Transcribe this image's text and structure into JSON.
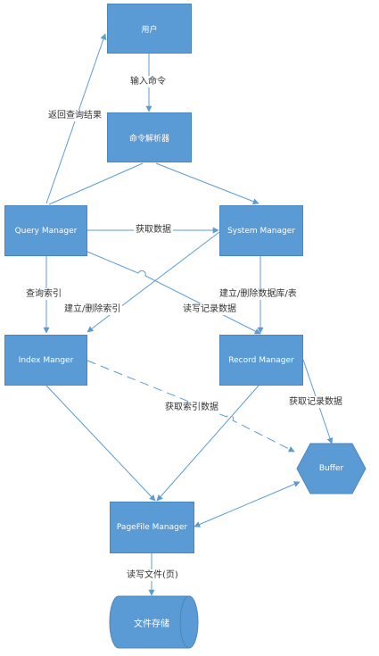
{
  "colors": {
    "node_fill": "#5b9bd5",
    "node_stroke": "#4a86bf",
    "edge": "#5b9bd5",
    "text_on_node": "#ffffff",
    "label_text": "#333333"
  },
  "nodes": {
    "user": "用户",
    "parser": "命令解析器",
    "query_manager": "Query Manager",
    "system_manager": "System Manager",
    "index_manager": "Index Manger",
    "record_manager": "Record Manager",
    "buffer": "Buffer",
    "pagefile_manager": "PageFile Manager",
    "file_storage": "文件存储"
  },
  "edges": {
    "input_command": "输入命令",
    "return_results": "返回查询结果",
    "get_data": "获取数据",
    "query_index": "查询索引",
    "create_delete_index": "建立/删除索引",
    "read_write_records": "读写记录数据",
    "create_delete_db_table": "建立/删除数据库/表",
    "get_index_data": "获取索引数据",
    "get_record_data": "获取记录数据",
    "read_write_file": "读写文件(页)"
  }
}
